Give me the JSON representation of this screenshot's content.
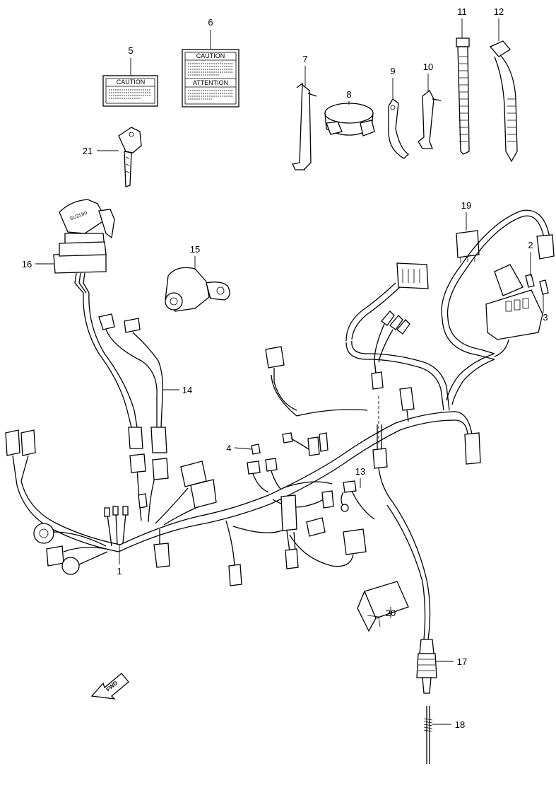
{
  "parts": [
    {
      "id": "p1",
      "number": "1"
    },
    {
      "id": "p2",
      "number": "2"
    },
    {
      "id": "p3",
      "number": "3"
    },
    {
      "id": "p4",
      "number": "4"
    },
    {
      "id": "p5",
      "number": "5"
    },
    {
      "id": "p6",
      "number": "6"
    },
    {
      "id": "p7",
      "number": "7"
    },
    {
      "id": "p8",
      "number": "8"
    },
    {
      "id": "p9",
      "number": "9"
    },
    {
      "id": "p10",
      "number": "10"
    },
    {
      "id": "p11",
      "number": "11"
    },
    {
      "id": "p12",
      "number": "12"
    },
    {
      "id": "p13",
      "number": "13"
    },
    {
      "id": "p14",
      "number": "14"
    },
    {
      "id": "p15",
      "number": "15"
    },
    {
      "id": "p16",
      "number": "16"
    },
    {
      "id": "p17",
      "number": "17"
    },
    {
      "id": "p18",
      "number": "18"
    },
    {
      "id": "p19",
      "number": "19"
    },
    {
      "id": "p20",
      "number": "20"
    },
    {
      "id": "p21",
      "number": "21"
    }
  ],
  "labels": {
    "caution_small": "CAUTION",
    "caution_large": "CAUTION",
    "attention": "ATTENTION",
    "key_brand": "SUZUKI",
    "fwd": "FWD"
  }
}
